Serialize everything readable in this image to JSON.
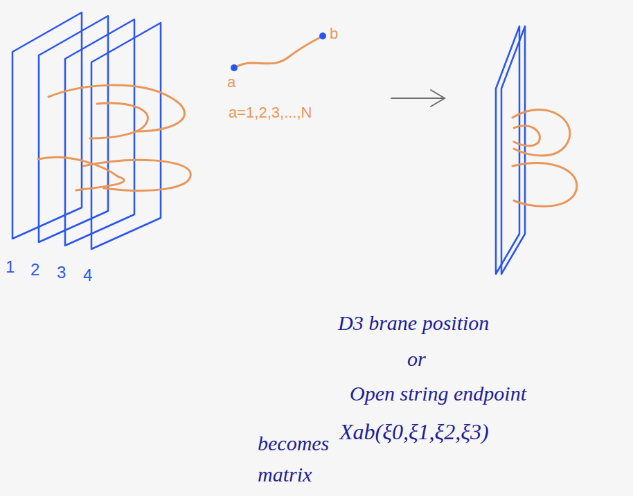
{
  "diagram": {
    "labels": [
      "1",
      "2",
      "3",
      "4",
      "a",
      "b",
      "a=1,2,3,...,N",
      "D3 brane position",
      "or",
      "Open string endpoint",
      "becomes matrix",
      "Xab(ξ0,ξ1,ξ2,ξ3)"
    ]
  }
}
